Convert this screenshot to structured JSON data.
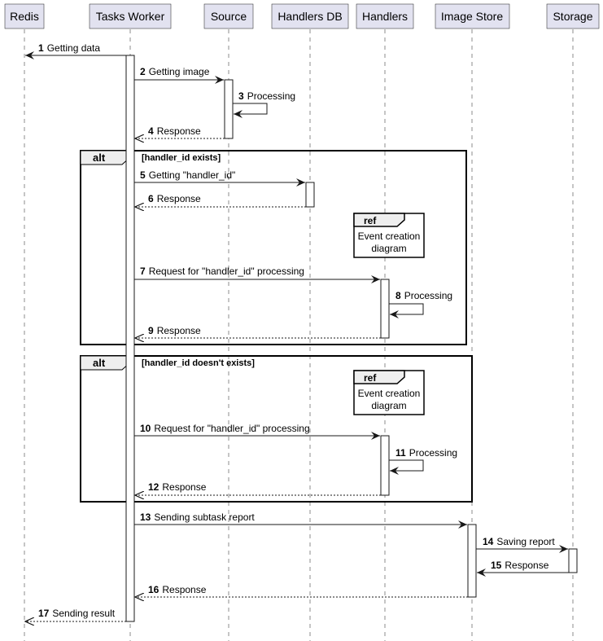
{
  "participants": [
    {
      "id": "redis",
      "label": "Redis"
    },
    {
      "id": "worker",
      "label": "Tasks Worker"
    },
    {
      "id": "source",
      "label": "Source"
    },
    {
      "id": "handlersdb",
      "label": "Handlers DB"
    },
    {
      "id": "handlers",
      "label": "Handlers"
    },
    {
      "id": "imagestore",
      "label": "Image Store"
    },
    {
      "id": "storage",
      "label": "Storage"
    }
  ],
  "messages": [
    {
      "num": "1",
      "text": "Getting data",
      "from": "worker",
      "to": "redis",
      "style": "solid"
    },
    {
      "num": "2",
      "text": "Getting image",
      "from": "worker",
      "to": "source",
      "style": "solid"
    },
    {
      "num": "3",
      "text": "Processing",
      "from": "source",
      "to": "source",
      "style": "self"
    },
    {
      "num": "4",
      "text": "Response",
      "from": "source",
      "to": "worker",
      "style": "dashed"
    },
    {
      "num": "5",
      "text": "Getting \"handler_id\"",
      "from": "worker",
      "to": "handlersdb",
      "style": "solid"
    },
    {
      "num": "6",
      "text": "Response",
      "from": "handlersdb",
      "to": "worker",
      "style": "dashed"
    },
    {
      "num": "7",
      "text": "Request for \"handler_id\" processing",
      "from": "worker",
      "to": "handlers",
      "style": "solid"
    },
    {
      "num": "8",
      "text": "Processing",
      "from": "handlers",
      "to": "handlers",
      "style": "self"
    },
    {
      "num": "9",
      "text": "Response",
      "from": "handlers",
      "to": "worker",
      "style": "dashed"
    },
    {
      "num": "10",
      "text": "Request for \"handler_id\" processing",
      "from": "worker",
      "to": "handlers",
      "style": "solid"
    },
    {
      "num": "11",
      "text": "Processing",
      "from": "handlers",
      "to": "handlers",
      "style": "self"
    },
    {
      "num": "12",
      "text": "Response",
      "from": "handlers",
      "to": "worker",
      "style": "dashed"
    },
    {
      "num": "13",
      "text": "Sending subtask report",
      "from": "worker",
      "to": "imagestore",
      "style": "solid"
    },
    {
      "num": "14",
      "text": "Saving report",
      "from": "imagestore",
      "to": "storage",
      "style": "solid"
    },
    {
      "num": "15",
      "text": "Response",
      "from": "storage",
      "to": "imagestore",
      "style": "solid"
    },
    {
      "num": "16",
      "text": "Response",
      "from": "imagestore",
      "to": "worker",
      "style": "dashed"
    },
    {
      "num": "17",
      "text": "Sending result",
      "from": "worker",
      "to": "redis",
      "style": "dashed"
    }
  ],
  "frames": [
    {
      "label": "alt",
      "guard": "[handler_id exists]"
    },
    {
      "label": "alt",
      "guard": "[handler_id doesn't exists]"
    }
  ],
  "refs": [
    {
      "label": "ref",
      "line1": "Event creation",
      "line2": "diagram"
    },
    {
      "label": "ref",
      "line1": "Event creation",
      "line2": "diagram"
    }
  ]
}
